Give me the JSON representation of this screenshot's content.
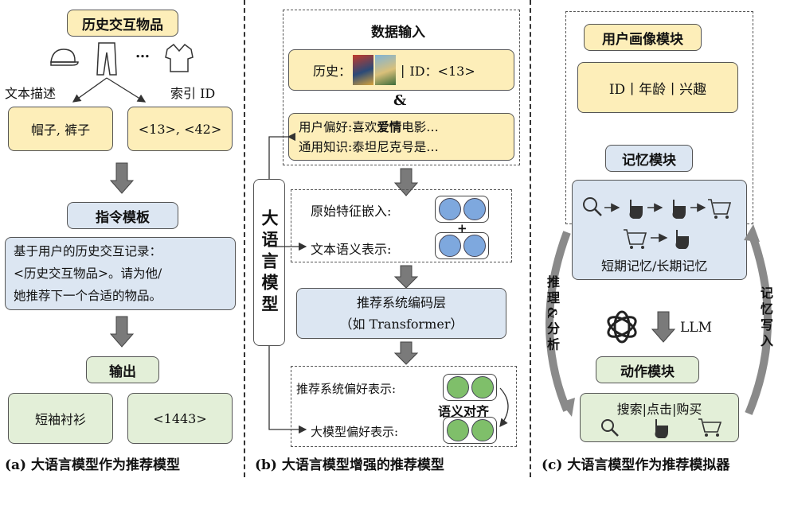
{
  "panel_a": {
    "history_items_title": "历史交互物品",
    "ellipsis": "…",
    "text_desc_label": "文本描述",
    "index_id_label": "索引 ID",
    "text_items": "帽子, 裤子",
    "id_items": "<13>, <42>",
    "template_title": "指令模板",
    "template_line1": "基于用户的历史交互记录：",
    "template_line2": "<历史交互物品>。请为他/",
    "template_line3": "她推荐下一个合适的物品。",
    "output_title": "输出",
    "output_text": "短袖衬衫",
    "output_id": "<1443>",
    "caption": "(a) 大语言模型作为推荐模型"
  },
  "panel_b": {
    "data_input_title": "数据输入",
    "history_label": "历史：",
    "history_id": "ID：<13>",
    "ampersand": "&",
    "pref_prefix": "用户偏好:喜欢",
    "pref_bold": "爱情",
    "pref_suffix": "电影…",
    "knowledge": "通用知识:泰坦尼克号是…",
    "llm_label": "大语言模型",
    "raw_feature": "原始特征嵌入:",
    "plus": "+",
    "text_semantic": "文本语义表示:",
    "encoder_line1": "推荐系统编码层",
    "encoder_line2": "（如 Transformer）",
    "rec_pref": "推荐系统偏好表示:",
    "align": "语义对齐",
    "llm_pref": "大模型偏好表示:",
    "caption": "(b) 大语言模型增强的推荐模型"
  },
  "panel_c": {
    "profile_title": "用户画像模块",
    "profile_fields": "ID丨年龄丨兴趣",
    "memory_title": "记忆模块",
    "memory_label": "短期记忆/长期记忆",
    "reason_label": "推理&分析",
    "write_label": "记忆写入",
    "llm": "LLM",
    "action_title": "动作模块",
    "actions": "搜索|点击|购买",
    "caption": "(c) 大语言模型作为推荐模拟器"
  },
  "colors": {
    "yellow": "#fdeeb9",
    "blue": "#dce6f2",
    "green": "#e3efd8",
    "arrow": "#7a7a7a"
  }
}
